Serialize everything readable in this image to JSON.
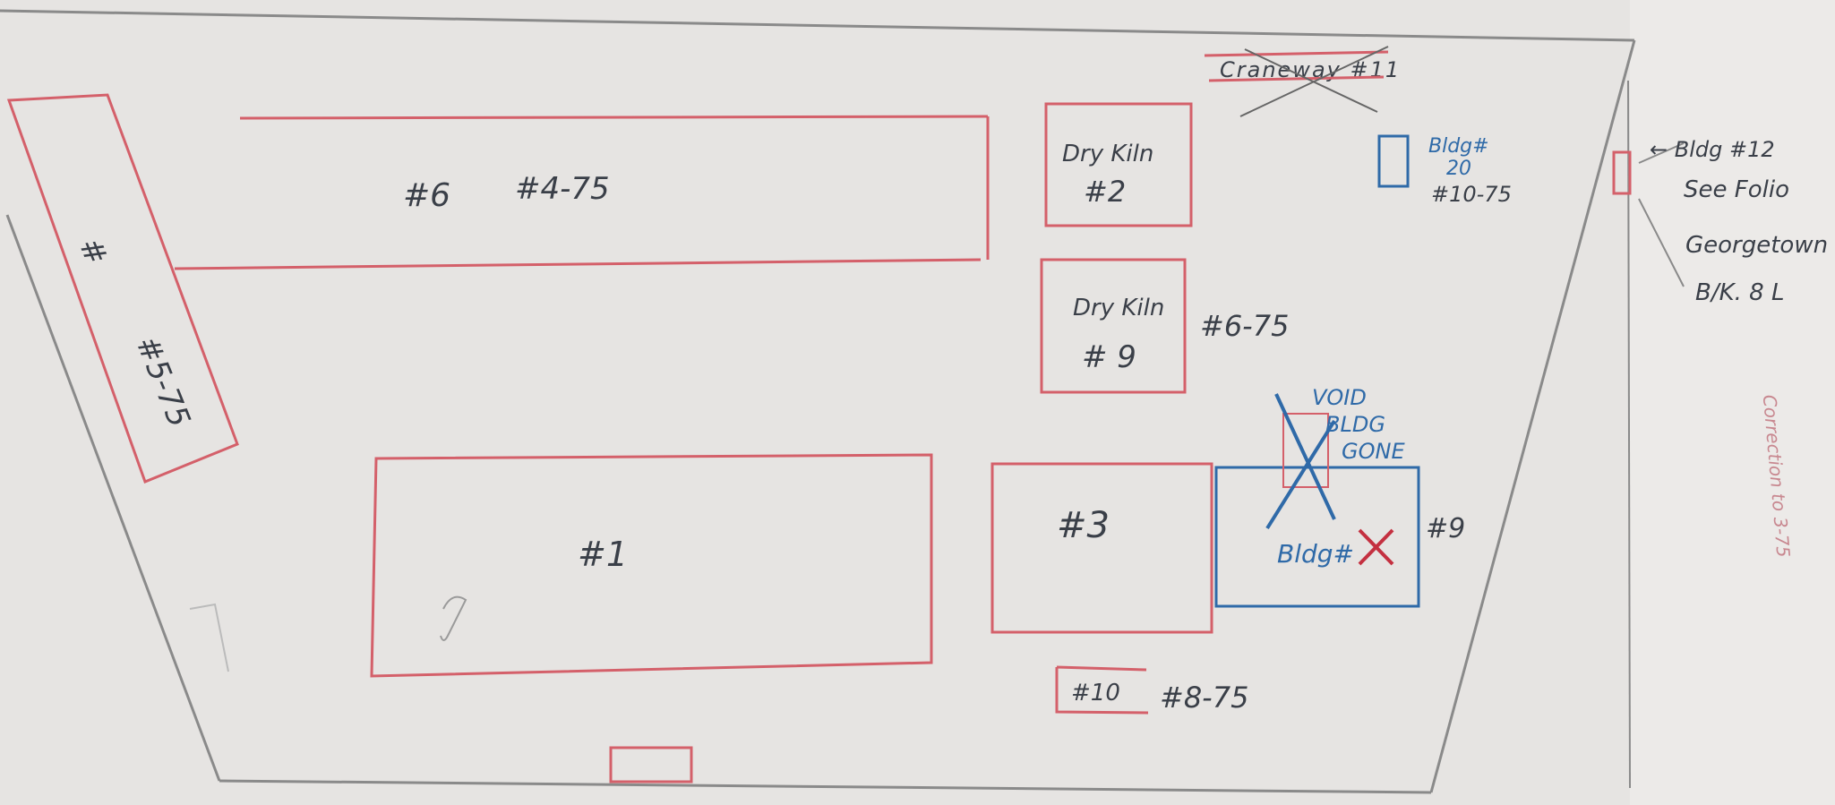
{
  "colors": {
    "paper": "#e6e4e2",
    "pencil": "#8a8a8a",
    "red": "#d4606a",
    "blue": "#2f6aa8",
    "dark": "#3a3f48"
  },
  "labels": {
    "b6": "#6",
    "b6_date": "#4-75",
    "b5_a": "#",
    "b5_b": "#5-75",
    "crossed_header": "Craneway #11",
    "drykiln_top": "Dry Kiln",
    "drykiln_top_num": "#2",
    "bldg20_a": "Bldg#",
    "bldg20_b": "20",
    "bldg20_c": "#10-75",
    "note1": "← Bldg #12",
    "note2": "See Folio",
    "note3": "Georgetown",
    "note4": "B/K. 8 L",
    "drykiln_mid": "Dry Kiln",
    "drykiln_mid_num": "# 9",
    "drykiln_mid_date": "#6-75",
    "void1": "VOID",
    "void2": "BLDG",
    "void3": "GONE",
    "bldg_x": "Bldg#",
    "bldg_x_num": "#9",
    "b1": "#1",
    "b3": "#3",
    "b10": "#10",
    "b10_date": "#8-75",
    "side_note": "Correction to 3-75"
  }
}
